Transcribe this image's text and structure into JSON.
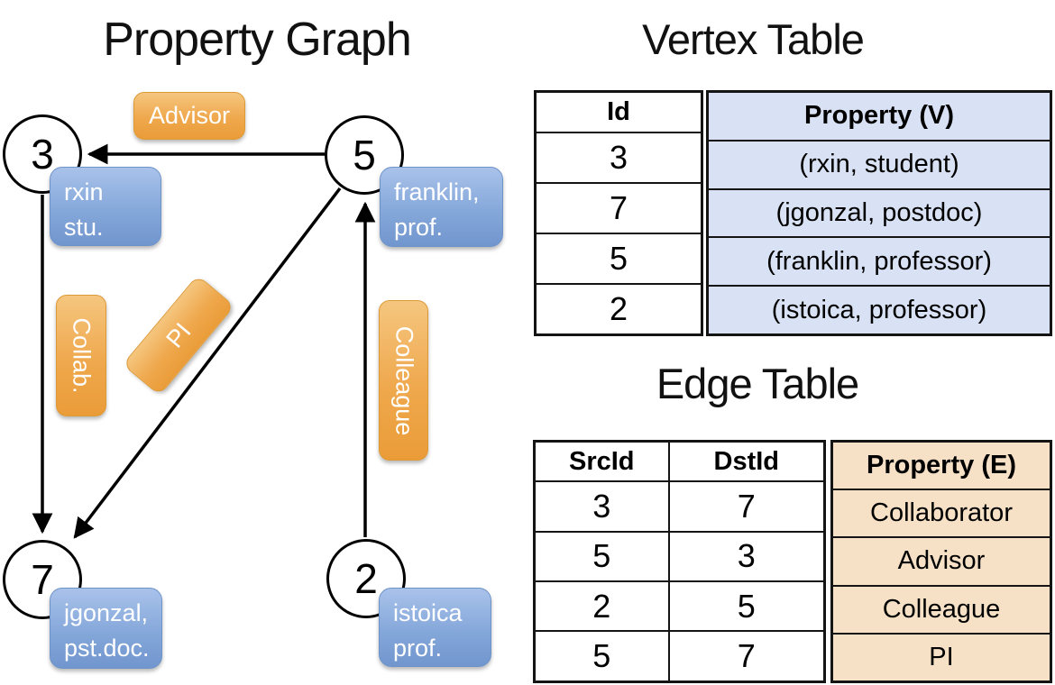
{
  "graph": {
    "title": "Property Graph",
    "nodes": [
      {
        "id": "3"
      },
      {
        "id": "5"
      },
      {
        "id": "7"
      },
      {
        "id": "2"
      }
    ],
    "vertex_boxes": {
      "rxin": {
        "line1": "rxin",
        "line2": "stu."
      },
      "franklin": {
        "line1": "franklin,",
        "line2": "prof."
      },
      "jgonzal": {
        "line1": "jgonzal,",
        "line2": "pst.doc."
      },
      "istoica": {
        "line1": "istoica",
        "line2": "prof."
      }
    },
    "edge_labels": {
      "advisor": "Advisor",
      "collab": "Collab.",
      "pi": "PI",
      "colleague": "Colleague"
    }
  },
  "vertex_table": {
    "title": "Vertex Table",
    "headers": {
      "id": "Id",
      "property": "Property (V)"
    },
    "rows": [
      {
        "id": "3",
        "property": "(rxin, student)"
      },
      {
        "id": "7",
        "property": "(jgonzal, postdoc)"
      },
      {
        "id": "5",
        "property": "(franklin, professor)"
      },
      {
        "id": "2",
        "property": "(istoica, professor)"
      }
    ]
  },
  "edge_table": {
    "title": "Edge Table",
    "headers": {
      "src": "SrcId",
      "dst": "DstId",
      "property": "Property (E)"
    },
    "rows": [
      {
        "src": "3",
        "dst": "7",
        "property": "Collaborator"
      },
      {
        "src": "5",
        "dst": "3",
        "property": "Advisor"
      },
      {
        "src": "2",
        "dst": "5",
        "property": "Colleague"
      },
      {
        "src": "5",
        "dst": "7",
        "property": "PI"
      }
    ]
  },
  "colors": {
    "edge_label_fill": "#efa84d",
    "vertex_label_fill": "#85a8da",
    "vertex_property_fill": "#d8e2f4",
    "edge_property_fill": "#f6e0c6",
    "line": "#000000"
  }
}
